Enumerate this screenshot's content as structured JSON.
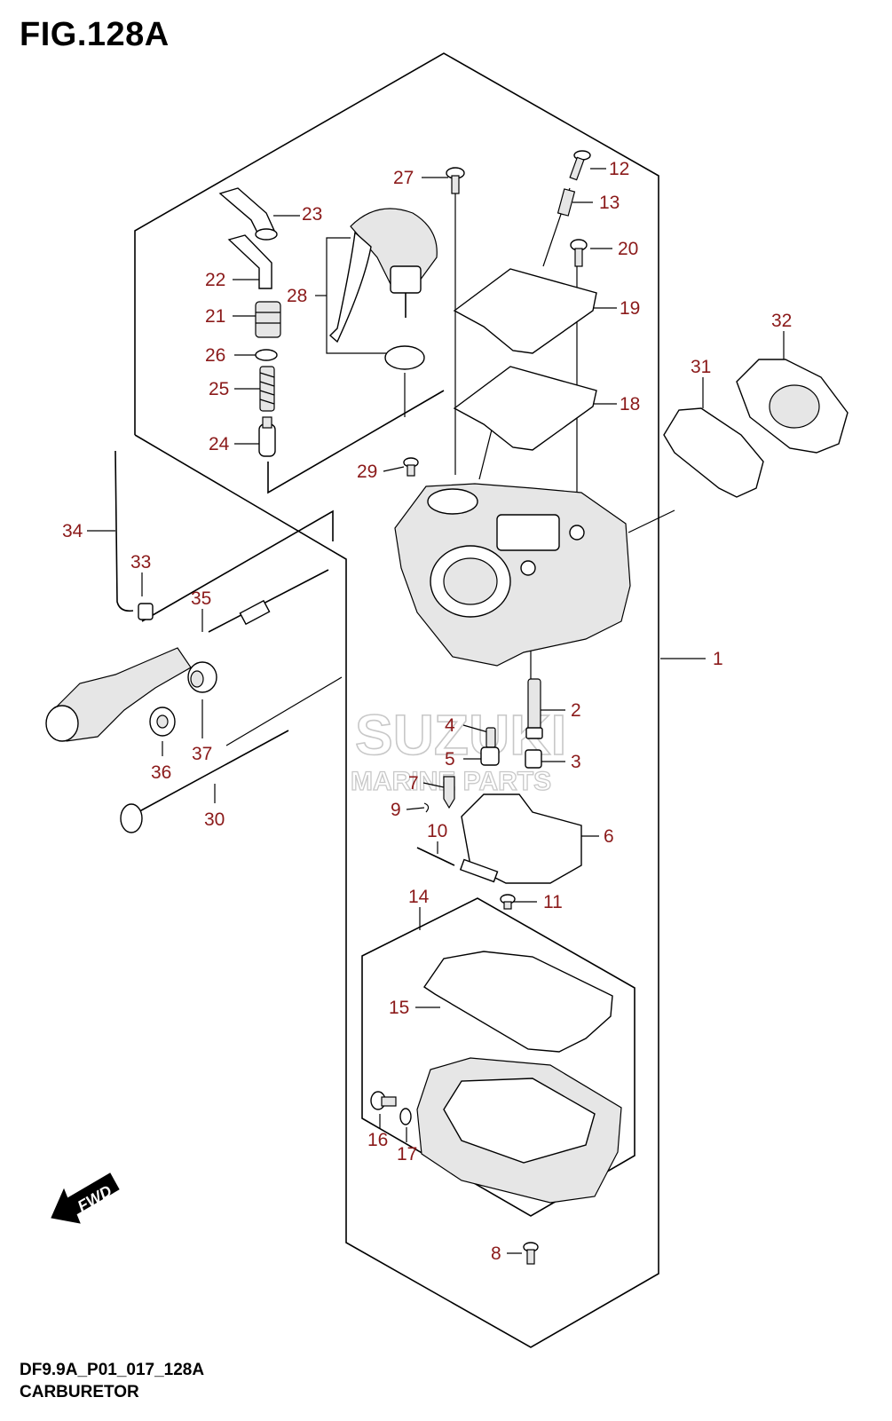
{
  "figure": {
    "title": "FIG.128A",
    "code": "DF9.9A_P01_017_128A",
    "name": "CARBURETOR"
  },
  "watermark": {
    "brand": "SUZUKI",
    "subtitle": "MARINE PARTS"
  },
  "fwd_label": "FWD",
  "callouts": [
    {
      "id": "c1",
      "label": "1"
    },
    {
      "id": "c2",
      "label": "2"
    },
    {
      "id": "c3",
      "label": "3"
    },
    {
      "id": "c4",
      "label": "4"
    },
    {
      "id": "c5",
      "label": "5"
    },
    {
      "id": "c6",
      "label": "6"
    },
    {
      "id": "c7",
      "label": "7"
    },
    {
      "id": "c8",
      "label": "8"
    },
    {
      "id": "c9",
      "label": "9"
    },
    {
      "id": "c10",
      "label": "10"
    },
    {
      "id": "c11",
      "label": "11"
    },
    {
      "id": "c12",
      "label": "12"
    },
    {
      "id": "c13",
      "label": "13"
    },
    {
      "id": "c14",
      "label": "14"
    },
    {
      "id": "c15",
      "label": "15"
    },
    {
      "id": "c16",
      "label": "16"
    },
    {
      "id": "c17",
      "label": "17"
    },
    {
      "id": "c18",
      "label": "18"
    },
    {
      "id": "c19",
      "label": "19"
    },
    {
      "id": "c20",
      "label": "20"
    },
    {
      "id": "c21",
      "label": "21"
    },
    {
      "id": "c22",
      "label": "22"
    },
    {
      "id": "c23",
      "label": "23"
    },
    {
      "id": "c24",
      "label": "24"
    },
    {
      "id": "c25",
      "label": "25"
    },
    {
      "id": "c26",
      "label": "26"
    },
    {
      "id": "c27",
      "label": "27"
    },
    {
      "id": "c28",
      "label": "28"
    },
    {
      "id": "c29",
      "label": "29"
    },
    {
      "id": "c30",
      "label": "30"
    },
    {
      "id": "c31",
      "label": "31"
    },
    {
      "id": "c32",
      "label": "32"
    },
    {
      "id": "c33",
      "label": "33"
    },
    {
      "id": "c34",
      "label": "34"
    },
    {
      "id": "c35",
      "label": "35"
    },
    {
      "id": "c36",
      "label": "36"
    },
    {
      "id": "c37",
      "label": "37"
    }
  ]
}
